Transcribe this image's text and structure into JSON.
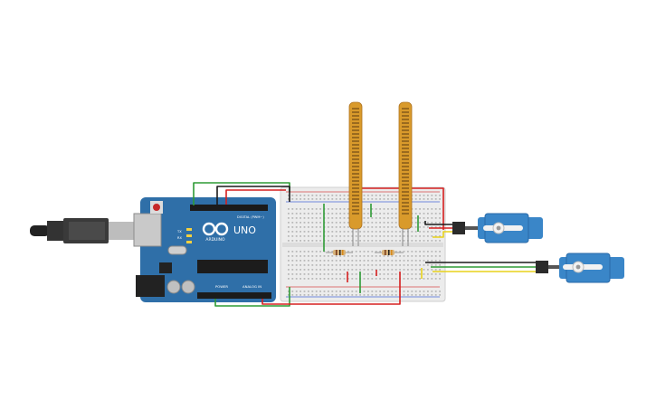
{
  "board": {
    "model": "UNO",
    "logo_text": "ARDUINO",
    "digital_label": "DIGITAL (PWM~)",
    "power_label": "POWER",
    "analog_label": "ANALOG IN",
    "tx_label": "TX",
    "rx_label": "RX"
  },
  "colors": {
    "board": "#2f6fa8",
    "breadboard": "#ececec",
    "wire_red": "#d62020",
    "wire_black": "#1a1a1a",
    "wire_green": "#2e9b35",
    "wire_yellow": "#e8d21a",
    "flex_sensor": "#d99a2b",
    "servo": "#3a86c8"
  },
  "components": [
    {
      "type": "flex-sensor"
    },
    {
      "type": "flex-sensor"
    },
    {
      "type": "resistor"
    },
    {
      "type": "resistor"
    },
    {
      "type": "servo"
    },
    {
      "type": "servo"
    }
  ]
}
